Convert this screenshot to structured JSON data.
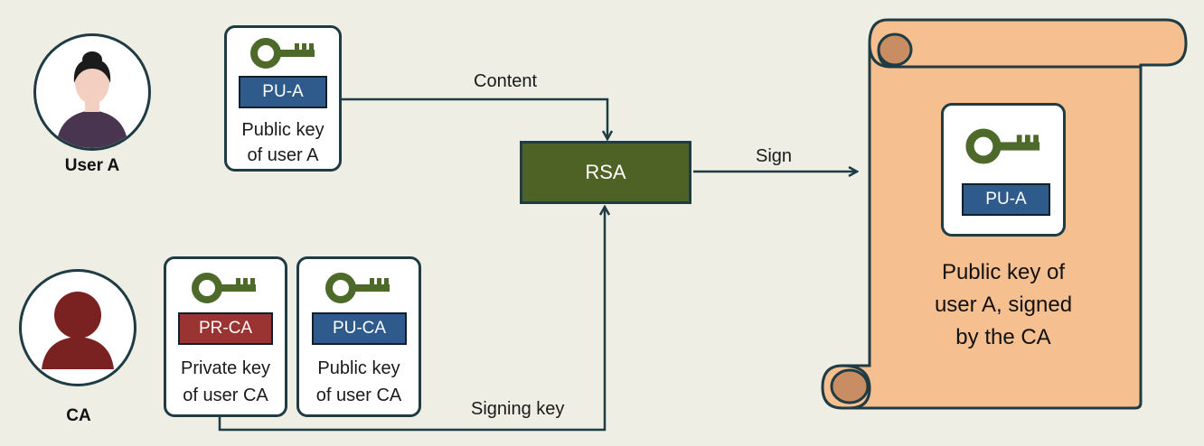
{
  "users": {
    "user_a": {
      "label": "User A"
    },
    "ca": {
      "label": "CA"
    }
  },
  "cards": {
    "user_a_public": {
      "badge": "PU-A",
      "text_line1": "Public key",
      "text_line2": "of user A"
    },
    "ca_private": {
      "badge": "PR-CA",
      "text_line1": "Private key",
      "text_line2": "of user CA"
    },
    "ca_public": {
      "badge": "PU-CA",
      "text_line1": "Public key",
      "text_line2": "of user CA"
    }
  },
  "flow": {
    "content_label": "Content",
    "sign_label": "Sign",
    "signing_key_label": "Signing key",
    "rsa_label": "RSA"
  },
  "certificate": {
    "badge": "PU-A",
    "line1": "Public key of",
    "line2": "user A, signed",
    "line3": "by the CA"
  },
  "colors": {
    "background": "#eeeee4",
    "rsa_box": "#4d6224",
    "public_badge": "#2e5a8c",
    "private_badge": "#9a3432",
    "scroll": "#f6bf90",
    "key": "#4d6a2a"
  }
}
